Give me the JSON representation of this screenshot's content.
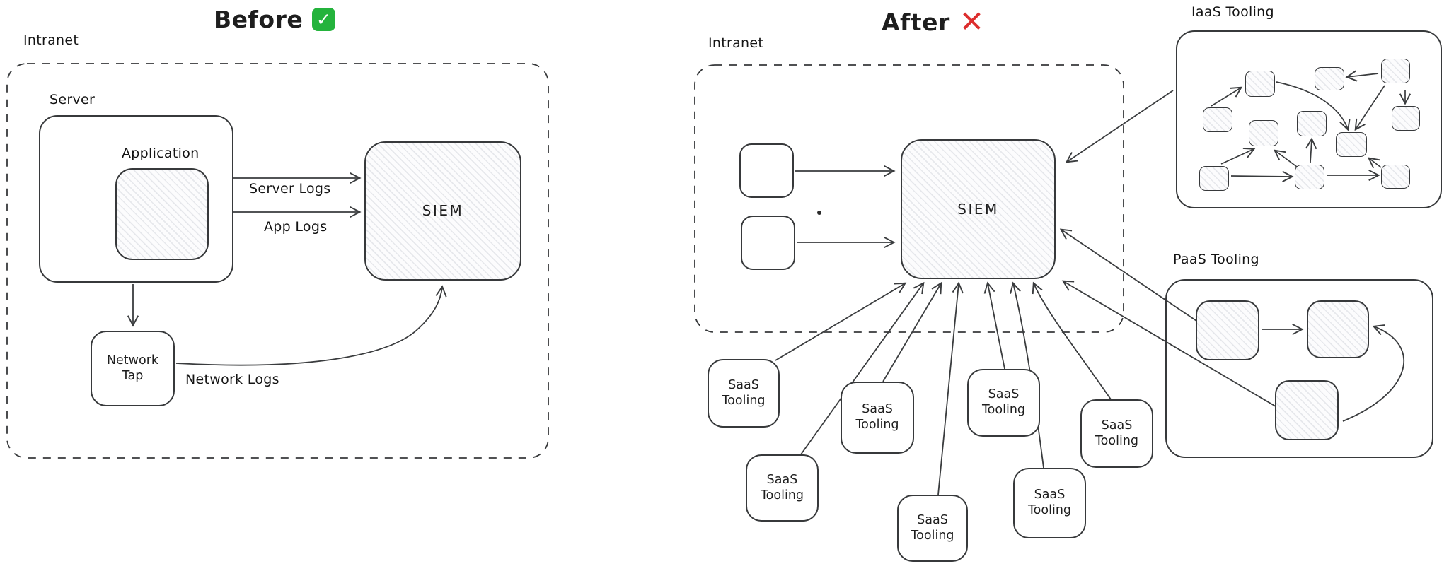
{
  "before": {
    "title": "Before",
    "badge_glyph": "✓",
    "intranet_label": "Intranet",
    "server_label": "Server",
    "application_label": "Application",
    "siem_label": "SIEM",
    "network_tap_label": "Network Tap",
    "arrow_labels": {
      "server_logs": "Server Logs",
      "app_logs": "App Logs",
      "network_logs": "Network Logs"
    }
  },
  "after": {
    "title": "After",
    "badge_glyph": "✕",
    "intranet_label": "Intranet",
    "siem_label": "SIEM",
    "iaas_label": "IaaS Tooling",
    "paas_label": "PaaS Tooling",
    "saas_boxes": [
      {
        "label": "SaaS Tooling"
      },
      {
        "label": "SaaS Tooling"
      },
      {
        "label": "SaaS Tooling"
      },
      {
        "label": "SaaS Tooling"
      },
      {
        "label": "SaaS Tooling"
      },
      {
        "label": "SaaS Tooling"
      },
      {
        "label": "SaaS Tooling"
      }
    ]
  },
  "colors": {
    "check_green": "#24b33c",
    "cross_red": "#dd2e2e",
    "stroke": "#3a3c3e"
  }
}
